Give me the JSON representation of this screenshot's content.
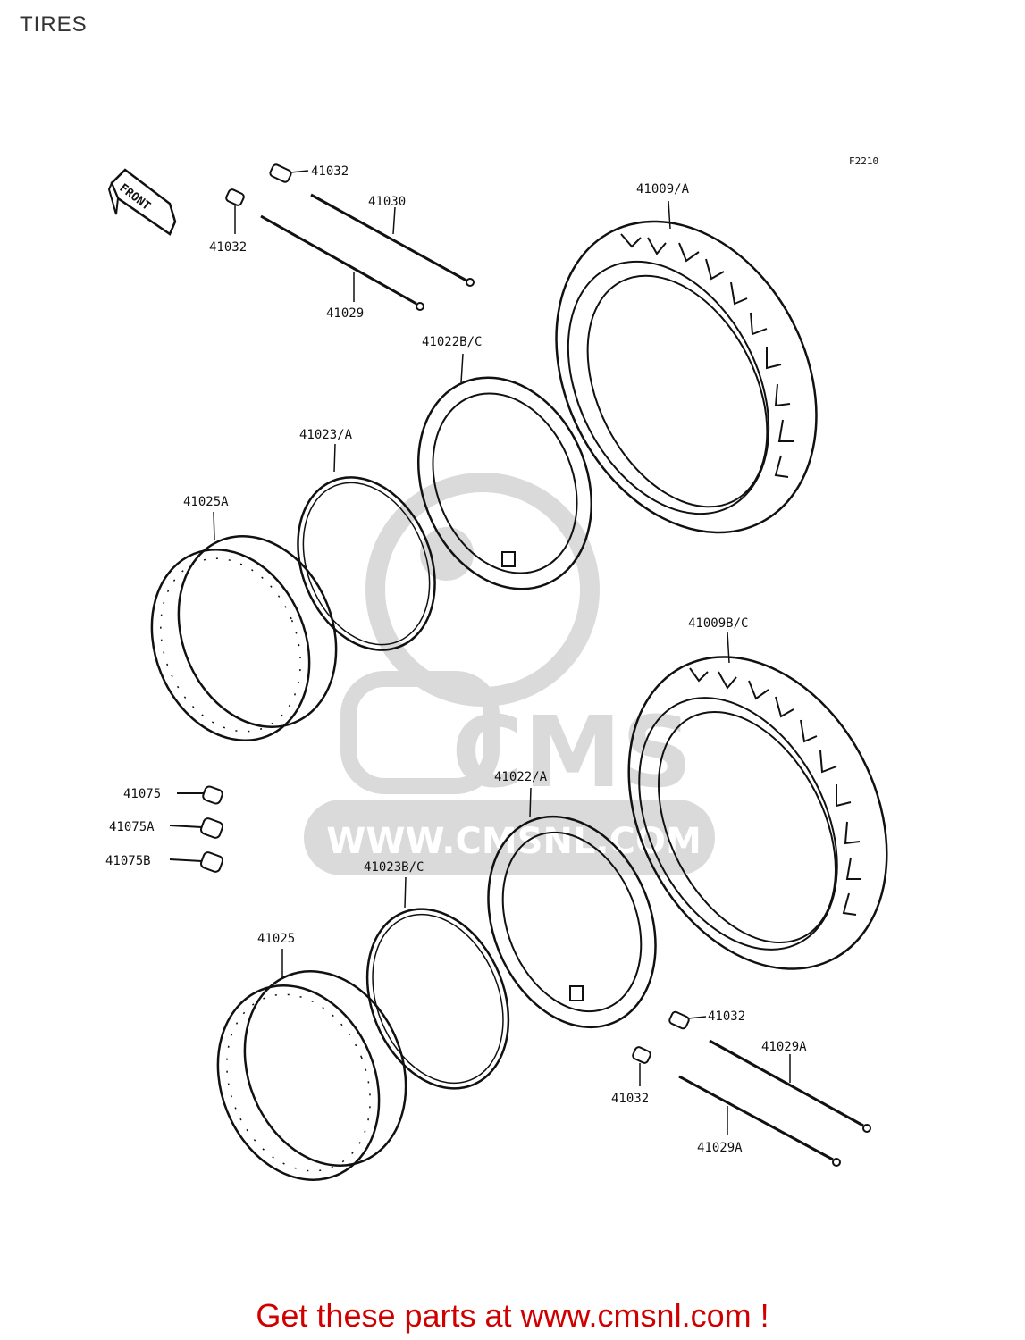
{
  "page": {
    "title": "TIRES"
  },
  "diagram": {
    "figure_code": "F2210",
    "front_label": "FRONT",
    "watermark": {
      "brand": "CMS",
      "url": "WWW.CMSNL.COM"
    },
    "parts": {
      "valve_top": "41032",
      "spoke_top": "41030",
      "valve_left": "41032",
      "spoke_left": "41029",
      "tire_upper": "41009/A",
      "tube_upper": "41022B/C",
      "band_upper": "41023/A",
      "rim_upper": "41025A",
      "tire_lower": "41009B/C",
      "tube_lower": "41022/A",
      "band_lower": "41023B/C",
      "rim_lower": "41025",
      "weight_1": "41075",
      "weight_2": "41075A",
      "weight_3": "41075B",
      "valve_right_top": "41032",
      "spoke_right_top": "41029A",
      "valve_right_bottom": "41032",
      "spoke_right_bottom": "41029A"
    }
  },
  "footer": {
    "cta": "Get these parts at www.cmsnl.com !"
  }
}
